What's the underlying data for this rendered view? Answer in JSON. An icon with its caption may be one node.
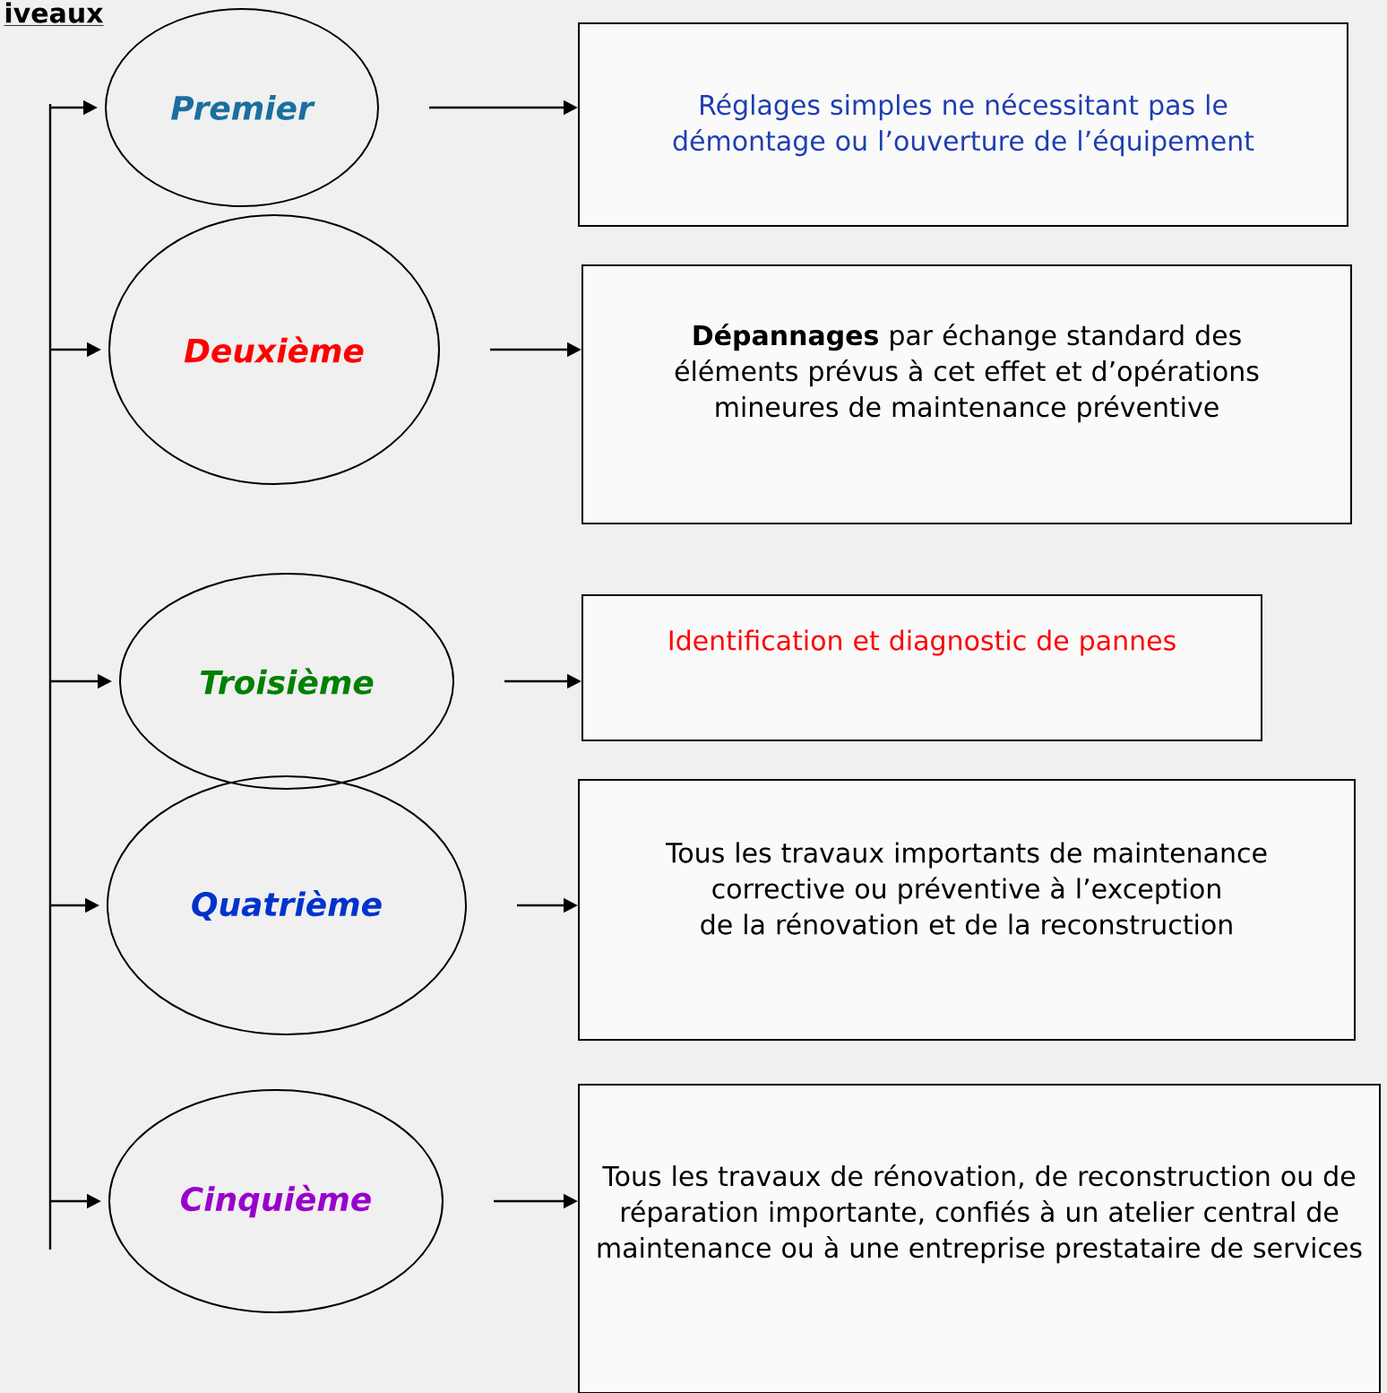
{
  "diagram": {
    "title": "iveaux",
    "nodes": [
      {
        "text": [
          "Premier"
        ]
      },
      {
        "text": [
          "Réglages simples ne nécessitant pas le démontage ou l’ouverture de l’équipement"
        ]
      },
      {
        "text": [
          "Deuxième"
        ]
      },
      {
        "text": [
          "**Dépannages** par échange standard des éléments prévus à cet effet et d’opérations mineures de maintenance préventive"
        ]
      },
      {
        "text": [
          "Troisième"
        ]
      },
      {
        "text": [
          "Identification et diagnostic de pannes"
        ]
      },
      {
        "text": [
          "Quatrième"
        ]
      },
      {
        "text": [
          "Tous les travaux importants de maintenance corrective ou préventive à l’exception de la rénovation et de la reconstruction"
        ]
      },
      {
        "text": [
          "Cinquième"
        ]
      },
      {
        "text": [
          "Tous les travaux de rénovation, de reconstruction ou de réparation importante, confiés à un atelier central de maintenance ou à une entreprise prestataire de services"
        ]
      }
    ],
    "edges": [
      {
        "from": null,
        "to": 0,
        "arrow": "to"
      },
      {
        "from": null,
        "to": 2,
        "arrow": "to"
      },
      {
        "from": null,
        "to": 4,
        "arrow": "to"
      },
      {
        "from": null,
        "to": 6,
        "arrow": "to"
      },
      {
        "from": null,
        "to": 8,
        "arrow": "to"
      },
      {
        "from": 0,
        "to": 1,
        "arrow": "to"
      },
      {
        "from": 2,
        "to": 3,
        "arrow": "to"
      },
      {
        "from": 4,
        "to": 5,
        "arrow": "to"
      },
      {
        "from": 6,
        "to": 7,
        "arrow": "to"
      },
      {
        "from": 8,
        "to": 9,
        "arrow": "to"
      }
    ]
  }
}
